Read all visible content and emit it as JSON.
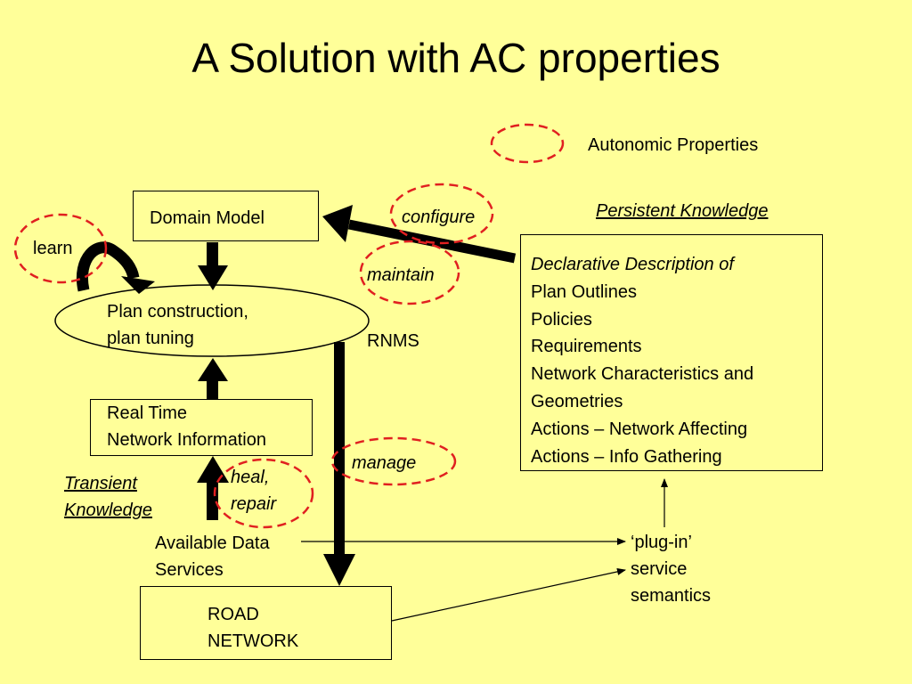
{
  "title": "A Solution with AC properties",
  "legend": {
    "label": "Autonomic Properties"
  },
  "nodes": {
    "domain_model": "Domain Model",
    "plan": {
      "line1": "Plan construction,",
      "line2": "plan tuning"
    },
    "real_time": {
      "line1": "Real Time",
      "line2": "Network Information"
    },
    "road_network": {
      "line1": "ROAD",
      "line2": "NETWORK"
    },
    "available_data": {
      "line1": "Available Data",
      "line2": "Services"
    },
    "rnms": "RNMS",
    "plugin": {
      "line1": "‘plug-in’",
      "line2": "service",
      "line3": "semantics"
    }
  },
  "persistent_knowledge": "Persistent Knowledge",
  "transient_knowledge": {
    "line1": "Transient",
    "line2": "Knowledge"
  },
  "declarative": {
    "heading": "Declarative Description of",
    "items": [
      "Plan Outlines",
      "Policies",
      "Requirements",
      "Network Characteristics and",
      "Geometries",
      "Actions – Network Affecting",
      "Actions – Info Gathering"
    ]
  },
  "properties": {
    "learn": "learn",
    "configure": "configure",
    "maintain": "maintain",
    "manage": "manage",
    "heal": {
      "line1": "heal,",
      "line2": "repair"
    }
  },
  "colors": {
    "background": "#FFFF99",
    "property_ring": "#E02020",
    "ink": "#000000"
  }
}
